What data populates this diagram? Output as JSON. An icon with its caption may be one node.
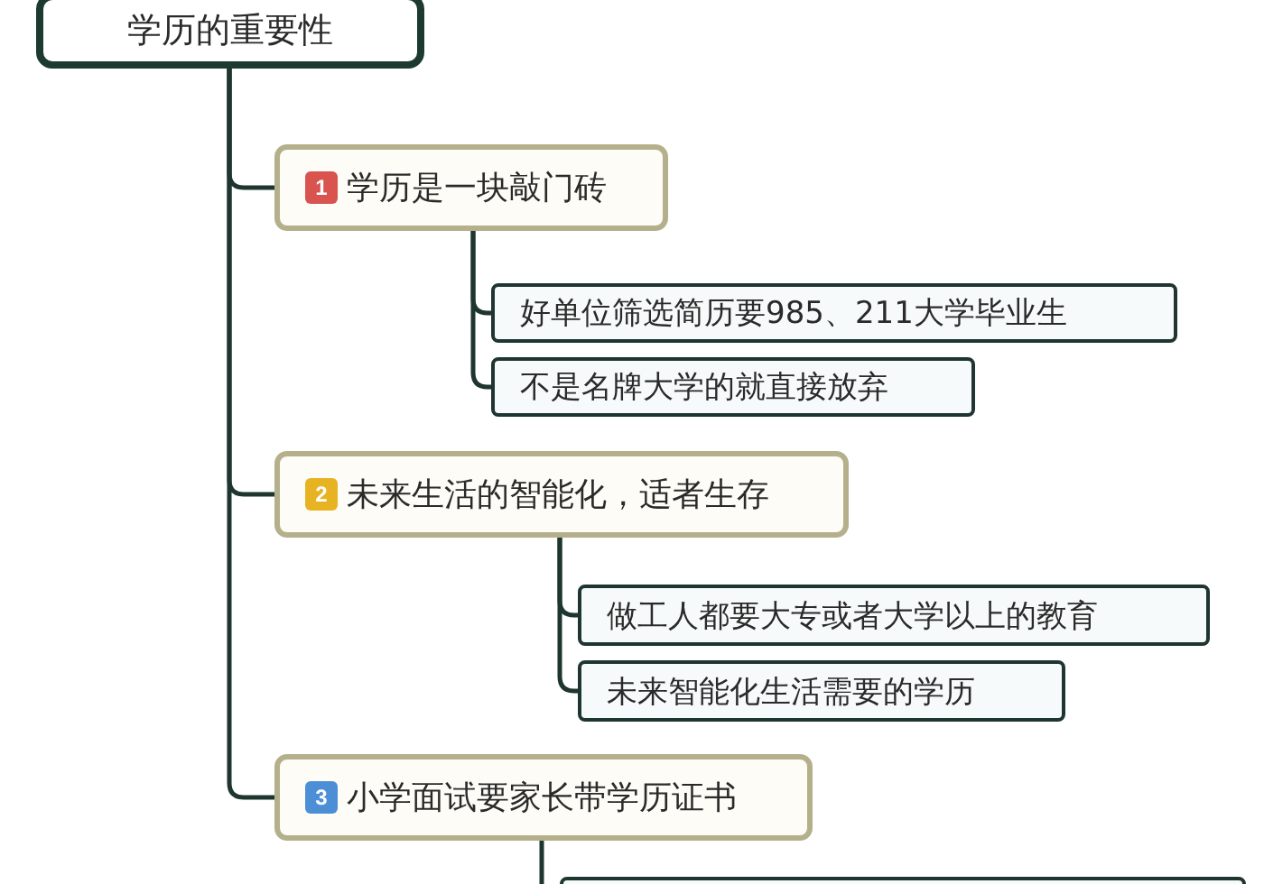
{
  "diagram": {
    "nodes": [
      {
        "text": [
          "学历的重要性"
        ]
      },
      {
        "text": [
          "1",
          "学历是一块敲门砖"
        ]
      },
      {
        "text": [
          "好单位筛选简历要985、211大学毕业生"
        ]
      },
      {
        "text": [
          "不是名牌大学的就直接放弃"
        ]
      },
      {
        "text": [
          "2",
          "未来生活的智能化，适者生存"
        ]
      },
      {
        "text": [
          "做工人都要大专或者大学以上的教育"
        ]
      },
      {
        "text": [
          "未来智能化生活需要的学历"
        ]
      },
      {
        "text": [
          "3",
          "小学面试要家长带学历证书"
        ]
      },
      {
        "text": [],
        "shape": "box"
      }
    ],
    "edges": [
      {
        "from": 0,
        "to": 1,
        "arrow": "none"
      },
      {
        "from": 1,
        "to": 2,
        "arrow": "none"
      },
      {
        "from": 1,
        "to": 3,
        "arrow": "none"
      },
      {
        "from": 0,
        "to": 4,
        "arrow": "none"
      },
      {
        "from": 4,
        "to": 5,
        "arrow": "none"
      },
      {
        "from": 4,
        "to": 6,
        "arrow": "none"
      },
      {
        "from": 0,
        "to": 7,
        "arrow": "none"
      },
      {
        "from": 7,
        "to": 8,
        "arrow": "none"
      }
    ]
  }
}
